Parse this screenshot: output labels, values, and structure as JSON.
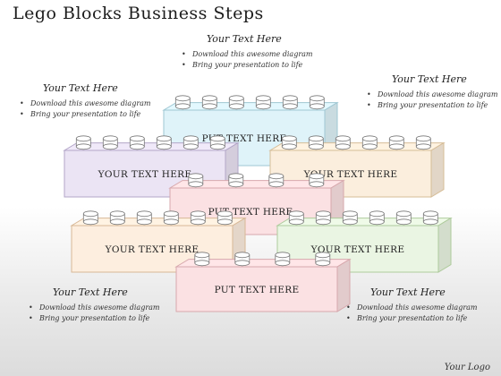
{
  "title": "Lego Blocks Business Steps",
  "callouts": [
    {
      "heading": "Your Text Here",
      "bullets": [
        "Download this awesome diagram",
        "Bring your presentation to life"
      ]
    },
    {
      "heading": "Your Text Here",
      "bullets": [
        "Download this awesome diagram",
        "Bring your presentation to life"
      ]
    },
    {
      "heading": "Your Text Here",
      "bullets": [
        "Download this awesome diagram",
        "Bring your presentation to life"
      ]
    },
    {
      "heading": "Your Text Here",
      "bullets": [
        "Download this awesome diagram",
        "Bring your presentation to life"
      ]
    },
    {
      "heading": "Your Text Here",
      "bullets": [
        "Download this awesome diagram",
        "Bring your presentation to life"
      ]
    }
  ],
  "bricks": [
    {
      "label": "PUT TEXT HERE",
      "color": "#dff3f9",
      "stroke": "#9fc7d3"
    },
    {
      "label": "YOUR TEXT HERE",
      "color": "#ebe4f4",
      "stroke": "#b3a6c8"
    },
    {
      "label": "YOUR TEXT HERE",
      "color": "#fbeedd",
      "stroke": "#d6bd97"
    },
    {
      "label": "PUT TEXT HERE",
      "color": "#fbe1e3",
      "stroke": "#d7a8ad"
    },
    {
      "label": "YOUR TEXT HERE",
      "color": "#fdeedf",
      "stroke": "#d8b896"
    },
    {
      "label": "YOUR TEXT HERE",
      "color": "#eaf5e3",
      "stroke": "#aecb9c"
    },
    {
      "label": "PUT TEXT HERE",
      "color": "#fbe1e3",
      "stroke": "#d7a8ad"
    }
  ],
  "logo": "Your Logo"
}
